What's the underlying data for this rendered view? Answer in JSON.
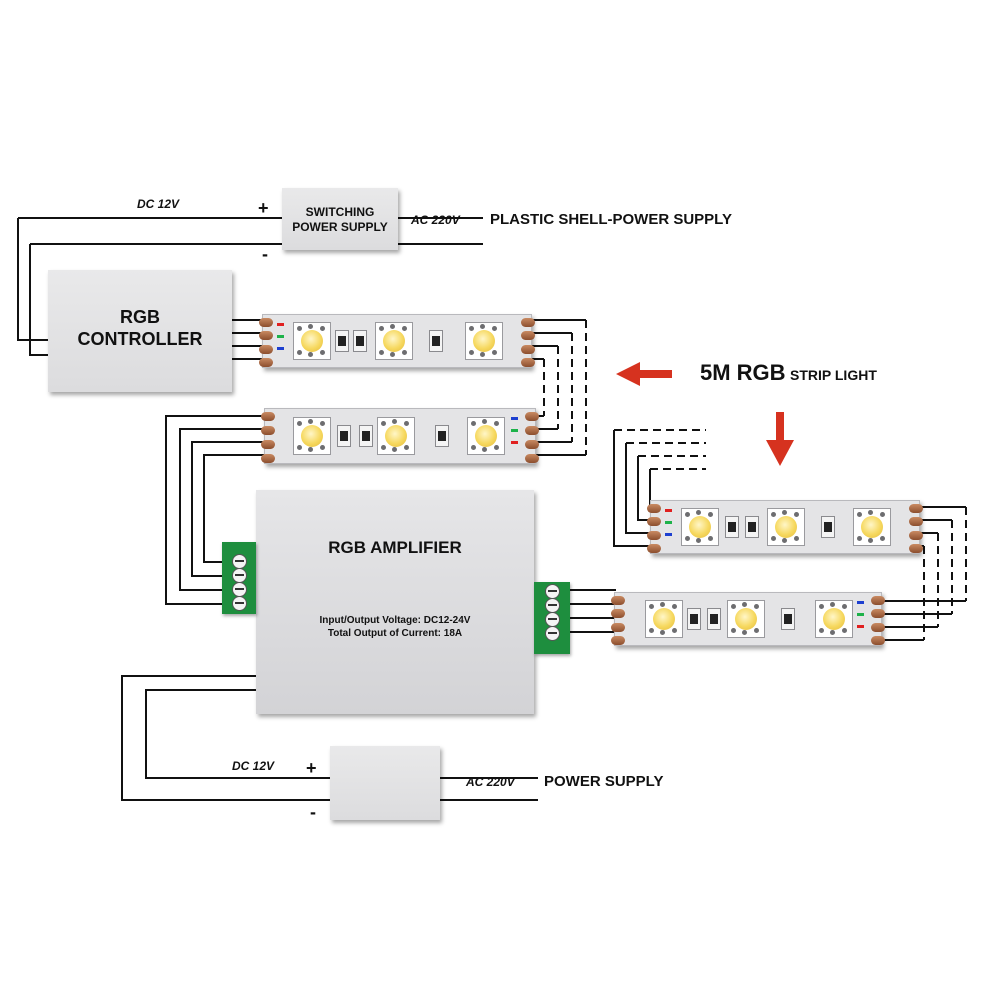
{
  "switching_power_supply": {
    "line1": "SWITCHING",
    "line2": "POWER SUPPLY"
  },
  "top_supply": {
    "dc_label": "DC 12V",
    "ac_label": "AC 220V",
    "plus": "+",
    "minus": "-",
    "title": "PLASTIC SHELL-POWER SUPPLY"
  },
  "rgb_controller": {
    "line1": "RGB",
    "line2": "CONTROLLER"
  },
  "strip_callout": {
    "main": "5M RGB",
    "sub": "STRIP LIGHT"
  },
  "rgb_amplifier": {
    "title": "RGB AMPLIFIER",
    "spec_voltage": "Input/Output Voltage: DC12-24V",
    "spec_current": "Total Output of Current: 18A"
  },
  "bottom_supply": {
    "dc_label": "DC 12V",
    "ac_label": "AC 220V",
    "plus": "+",
    "minus": "-",
    "title": "POWER SUPPLY"
  },
  "colors": {
    "wire": "#111111",
    "arrow": "#d6321f",
    "terminal": "#1e8e3e",
    "pad_copper": "#b06a43",
    "led_yellow": "#f6d85e",
    "channel_red": "#e02020",
    "channel_green": "#1db24a",
    "channel_blue": "#1d3fd0"
  }
}
